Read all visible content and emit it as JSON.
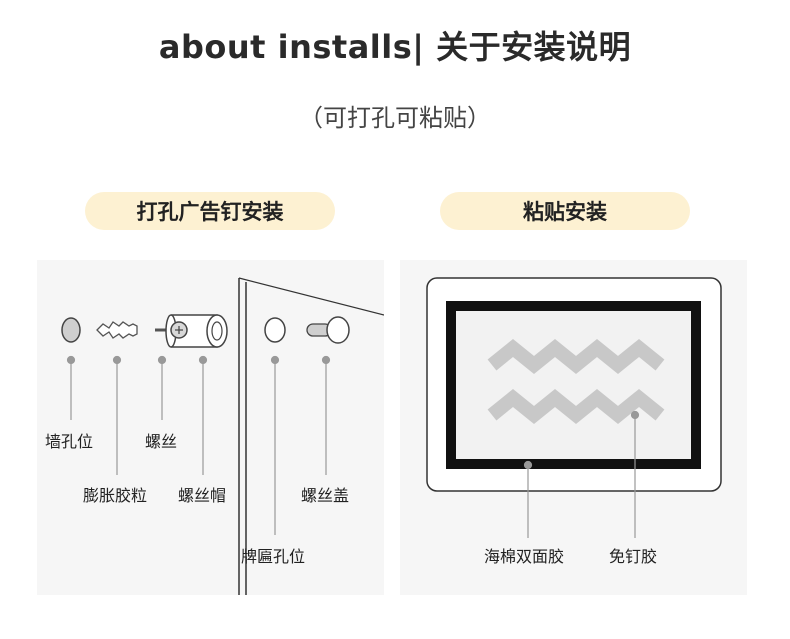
{
  "header": {
    "title": "about installs| 关于安装说明",
    "subtitle": "（可打孔可粘贴）"
  },
  "methods": {
    "drill": "打孔广告钉安装",
    "adhesive": "粘贴安装"
  },
  "drill_labels": {
    "wall_hole": "墙孔位",
    "screw": "螺丝",
    "expansion_plug": "膨胀胶粒",
    "screw_cap": "螺丝帽",
    "plaque_hole": "牌匾孔位",
    "screw_cover": "螺丝盖"
  },
  "adhesive_labels": {
    "foam_tape": "海棉双面胶",
    "nail_free_glue": "免钉胶"
  },
  "colors": {
    "pill_bg": "#fdf1d2",
    "panel_bg": "#f6f6f6",
    "glue_zigzag": "#c8c8c8",
    "frame": "#111111"
  }
}
